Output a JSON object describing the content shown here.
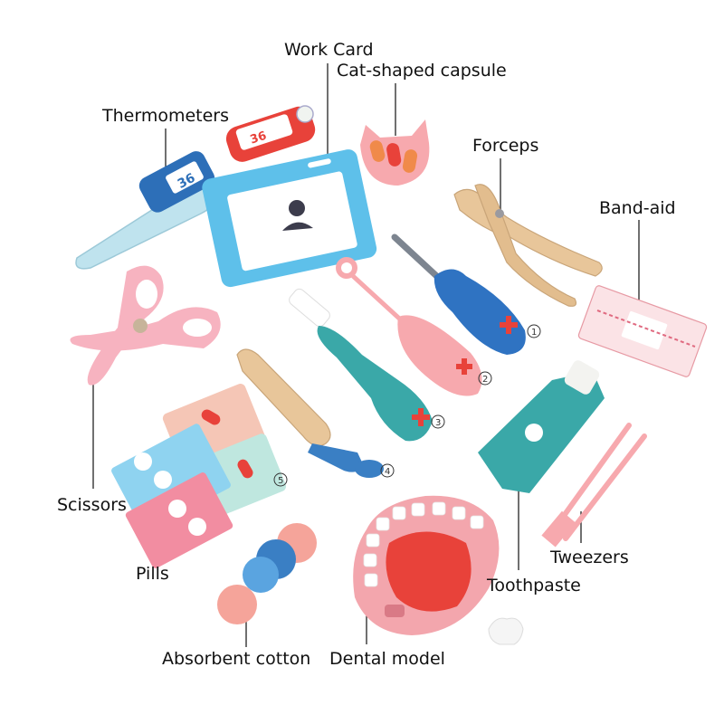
{
  "labels": {
    "work_card": "Work Card",
    "cat_capsule": "Cat-shaped capsule",
    "thermometers": "Thermometers",
    "forceps": "Forceps",
    "band_aid": "Band-aid",
    "scissors": "Scissors",
    "pills": "Pills",
    "tweezers": "Tweezers",
    "toothpaste": "Toothpaste",
    "absorbent_cotton": "Absorbent cotton",
    "dental_model": "Dental model"
  },
  "markers": {
    "m1": "1",
    "m2": "2",
    "m3": "3",
    "m4": "4",
    "m5": "5"
  },
  "thermometer_readout": "36",
  "colors": {
    "pink": "#f7a9ae",
    "salmon": "#f5a49a",
    "blue": "#3a7fc4",
    "teal": "#3aa8a8",
    "light_blue": "#8fd3f0",
    "wood": "#e8c69a",
    "red": "#e8423a",
    "mint": "#bfe7df"
  }
}
